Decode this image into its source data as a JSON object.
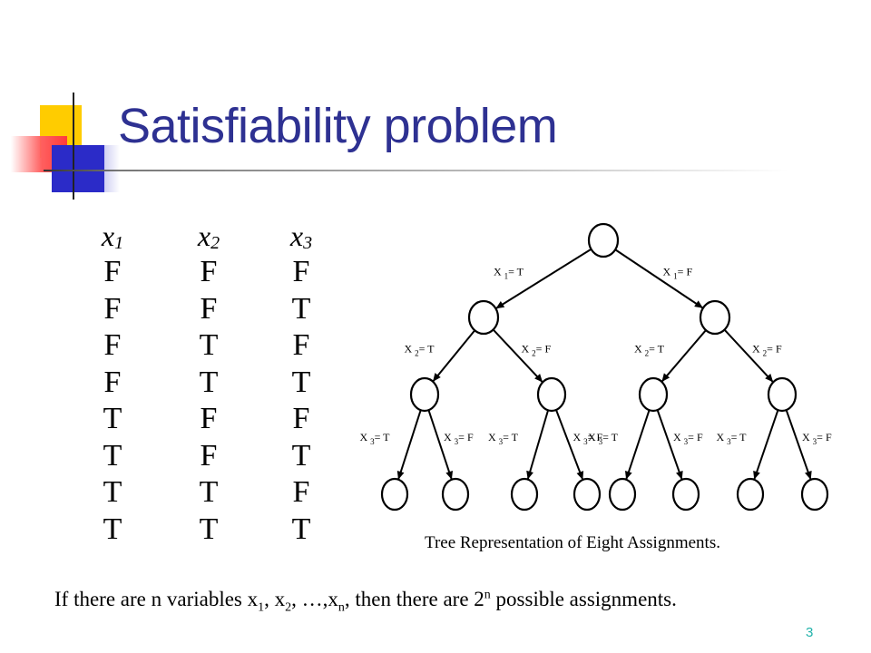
{
  "slide": {
    "title": "Satisfiability problem",
    "page_number": "3",
    "accent_colors": {
      "title": "#2e3192",
      "yellow": "#ffcc00",
      "red": "#ff3b3b",
      "blue": "#2b2bc8",
      "page_number": "#20b2aa"
    }
  },
  "truth_table": {
    "columns": [
      {
        "var": "x",
        "sub": "1",
        "values": [
          "F",
          "F",
          "F",
          "F",
          "T",
          "T",
          "T",
          "T"
        ]
      },
      {
        "var": "x",
        "sub": "2",
        "values": [
          "F",
          "F",
          "T",
          "T",
          "F",
          "F",
          "T",
          "T"
        ]
      },
      {
        "var": "x",
        "sub": "3",
        "values": [
          "F",
          "T",
          "F",
          "T",
          "F",
          "T",
          "F",
          "T"
        ]
      }
    ]
  },
  "tree": {
    "caption": "Tree Representation of Eight Assignments.",
    "level1": [
      {
        "var": "X",
        "sub": "1",
        "val": "= T"
      },
      {
        "var": "X",
        "sub": "1",
        "val": "= F"
      }
    ],
    "level2": [
      {
        "var": "X",
        "sub": "2",
        "val": "= T"
      },
      {
        "var": "X",
        "sub": "2",
        "val": "= F"
      },
      {
        "var": "X",
        "sub": "2",
        "val": "= T"
      },
      {
        "var": "X",
        "sub": "2",
        "val": "= F"
      }
    ],
    "level3": [
      {
        "var": "X",
        "sub": "3",
        "val": "= T"
      },
      {
        "var": "X",
        "sub": "3",
        "val": "= F"
      },
      {
        "var": "X",
        "sub": "3",
        "val": "= T"
      },
      {
        "var": "X",
        "sub": "3",
        "val": "= F"
      },
      {
        "var": "X",
        "sub": "3",
        "val": "= T"
      },
      {
        "var": "X",
        "sub": "3",
        "val": "= F"
      },
      {
        "var": "X",
        "sub": "3",
        "val": "= T"
      },
      {
        "var": "X",
        "sub": "3",
        "val": "= F"
      }
    ]
  },
  "footer": {
    "text_1": "If there are n variables x",
    "sub_1": "1",
    "text_2": ", x",
    "sub_2": "2",
    "text_3": ", …,x",
    "sub_n": "n",
    "text_4": ", then there are 2",
    "sup_n": "n",
    "text_5": " possible assignments."
  }
}
